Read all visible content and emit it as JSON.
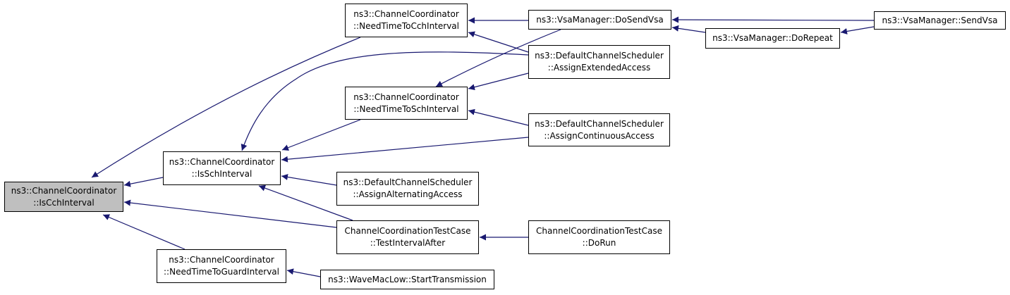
{
  "colors": {
    "edge": "#191970",
    "node_border": "#000000",
    "focus_fill": "#bfbfbf",
    "node_fill": "#ffffff"
  },
  "nodes": {
    "is_cch_interval": {
      "lines": [
        "ns3::ChannelCoordinator",
        "::IsCchInterval"
      ]
    },
    "is_sch_interval": {
      "lines": [
        "ns3::ChannelCoordinator",
        "::IsSchInterval"
      ]
    },
    "need_time_to_guard_interval": {
      "lines": [
        "ns3::ChannelCoordinator",
        "::NeedTimeToGuardInterval"
      ]
    },
    "need_time_to_cch_interval": {
      "lines": [
        "ns3::ChannelCoordinator",
        "::NeedTimeToCchInterval"
      ]
    },
    "need_time_to_sch_interval": {
      "lines": [
        "ns3::ChannelCoordinator",
        "::NeedTimeToSchInterval"
      ]
    },
    "assign_alternating_access": {
      "lines": [
        "ns3::DefaultChannelScheduler",
        "::AssignAlternatingAccess"
      ]
    },
    "test_interval_after": {
      "lines": [
        "ChannelCoordinationTestCase",
        "::TestIntervalAfter"
      ]
    },
    "start_transmission": {
      "lines": [
        "ns3::WaveMacLow::StartTransmission"
      ]
    },
    "do_send_vsa": {
      "lines": [
        "ns3::VsaManager::DoSendVsa"
      ]
    },
    "assign_extended_access": {
      "lines": [
        "ns3::DefaultChannelScheduler",
        "::AssignExtendedAccess"
      ]
    },
    "assign_continuous_access": {
      "lines": [
        "ns3::DefaultChannelScheduler",
        "::AssignContinuousAccess"
      ]
    },
    "do_run": {
      "lines": [
        "ChannelCoordinationTestCase",
        "::DoRun"
      ]
    },
    "do_repeat": {
      "lines": [
        "ns3::VsaManager::DoRepeat"
      ]
    },
    "send_vsa": {
      "lines": [
        "ns3::VsaManager::SendVsa"
      ]
    }
  },
  "edges": [
    {
      "from": "is_sch_interval",
      "to": "is_cch_interval"
    },
    {
      "from": "need_time_to_guard_interval",
      "to": "is_cch_interval"
    },
    {
      "from": "need_time_to_cch_interval",
      "to": "is_cch_interval"
    },
    {
      "from": "test_interval_after",
      "to": "is_cch_interval"
    },
    {
      "from": "need_time_to_sch_interval",
      "to": "is_sch_interval"
    },
    {
      "from": "assign_alternating_access",
      "to": "is_sch_interval"
    },
    {
      "from": "test_interval_after",
      "to": "is_sch_interval"
    },
    {
      "from": "assign_extended_access",
      "to": "is_sch_interval"
    },
    {
      "from": "assign_continuous_access",
      "to": "is_sch_interval"
    },
    {
      "from": "start_transmission",
      "to": "need_time_to_guard_interval"
    },
    {
      "from": "do_send_vsa",
      "to": "need_time_to_cch_interval"
    },
    {
      "from": "assign_extended_access",
      "to": "need_time_to_cch_interval"
    },
    {
      "from": "do_send_vsa",
      "to": "need_time_to_sch_interval"
    },
    {
      "from": "assign_extended_access",
      "to": "need_time_to_sch_interval"
    },
    {
      "from": "assign_continuous_access",
      "to": "need_time_to_sch_interval"
    },
    {
      "from": "do_run",
      "to": "test_interval_after"
    },
    {
      "from": "send_vsa",
      "to": "do_send_vsa"
    },
    {
      "from": "do_repeat",
      "to": "do_send_vsa"
    },
    {
      "from": "send_vsa",
      "to": "do_repeat"
    }
  ]
}
